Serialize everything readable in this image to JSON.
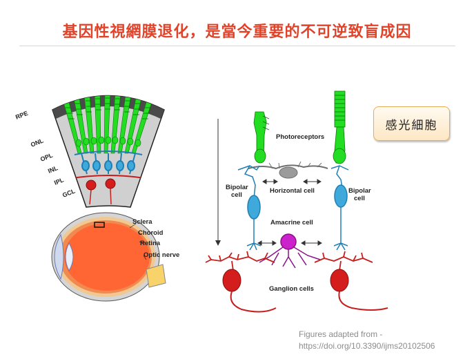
{
  "slide": {
    "title": "基因性視網膜退化，是當今重要的不可逆致盲成因",
    "callout": "感光細胞",
    "credit_line1": "Figures adapted from -",
    "credit_line2": "https://doi.org/10.3390/ijms20102506"
  },
  "retina_layers": {
    "labels": [
      "RPE",
      "ONL",
      "OPL",
      "INL",
      "IPL",
      "GCL"
    ]
  },
  "eye": {
    "labels": [
      "Sclera",
      "Choroid",
      "Retina",
      "Optic nerve"
    ]
  },
  "circuit": {
    "photoreceptors": "Photoreceptors",
    "horizontal": "Horizontal cell",
    "bipolar_line1": "Bipolar",
    "bipolar_line2": "cell",
    "amacrine": "Amacrine cell",
    "ganglion": "Ganglion cells"
  },
  "colors": {
    "title": "#e0432a",
    "photoreceptor": "#22dd22",
    "bipolar": "#3fa9dc",
    "ganglion": "#c41e1e",
    "amacrine": "#cc22cc",
    "horizontal": "#9b9b9b",
    "eye_retina": "#ff6633",
    "callout_border": "#e6ad58"
  }
}
